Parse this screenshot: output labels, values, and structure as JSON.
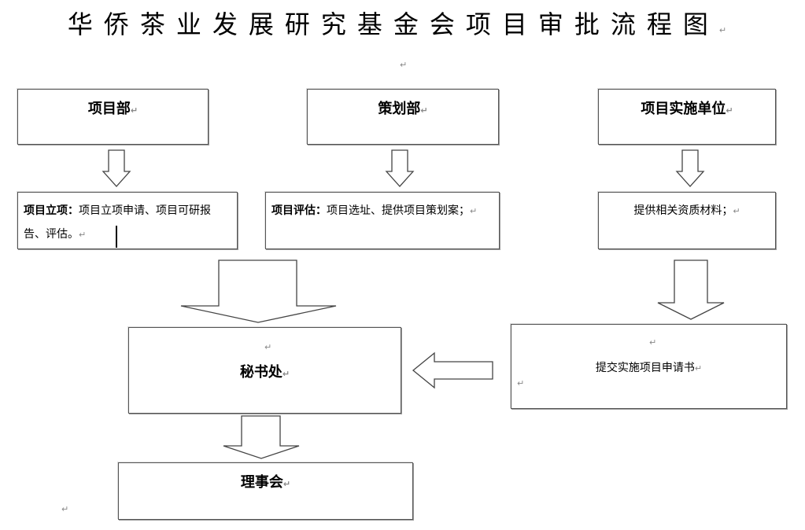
{
  "title": "华侨茶业发展研究基金会项目审批流程图",
  "para_mark": "↵",
  "top_boxes": [
    {
      "label": "项目部"
    },
    {
      "label": "策划部"
    },
    {
      "label": "项目实施单位"
    }
  ],
  "detail_boxes": [
    {
      "bold": "项目立项：",
      "text": "项目立项申请、项目可研报告、评估。"
    },
    {
      "bold": "项目评估：",
      "text": "项目选址、提供项目策划案；"
    },
    {
      "bold": "",
      "text": "提供相关资质材料；"
    }
  ],
  "secretariat": {
    "label": "秘书处"
  },
  "submit_box": {
    "label": "提交实施项目申请书"
  },
  "council": {
    "label": "理事会"
  },
  "colors": {
    "border": "#555555",
    "arrow_fill": "#ffffff",
    "arrow_stroke": "#444444"
  }
}
